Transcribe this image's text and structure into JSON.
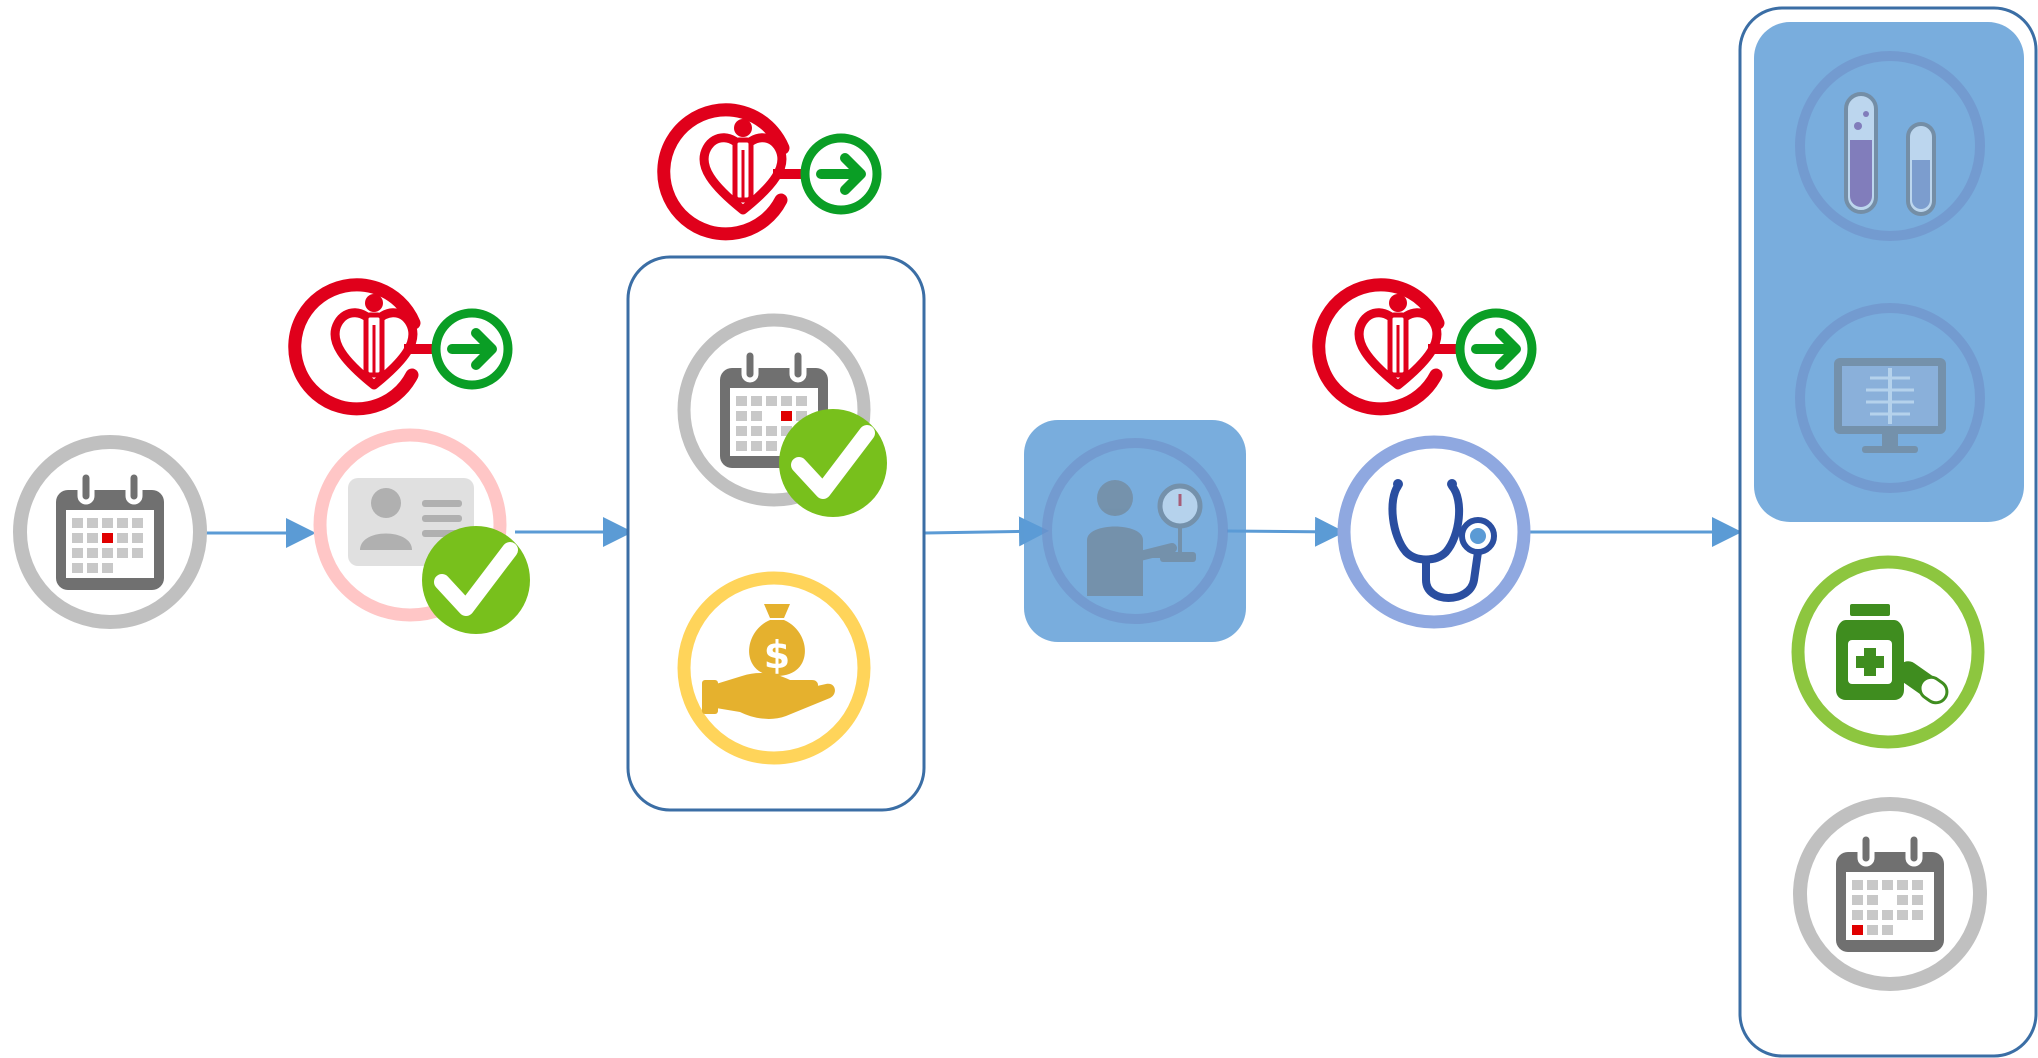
{
  "diagram": {
    "steps": [
      {
        "id": "book-appointment",
        "icon": "calendar-icon",
        "ring_color": "#c0c0c0"
      },
      {
        "id": "registration",
        "icon": "id-card-icon",
        "ring_color": "#ffc6c6",
        "status": "check-badge-icon",
        "app_icon": "hagoai-app-icon"
      },
      {
        "id": "check-in-and-payment",
        "icons": [
          "calendar-icon",
          "money-bag-hand-icon"
        ],
        "status": "check-badge-icon",
        "app_icon": "hagoai-app-icon"
      },
      {
        "id": "vital-signs",
        "icon": "blood-pressure-icon",
        "highlighted": true
      },
      {
        "id": "consultation",
        "icon": "stethoscope-icon",
        "ring_color": "#8fa8e0",
        "app_icon": "hagoai-app-icon"
      },
      {
        "id": "post-consultation",
        "icons": [
          "test-tubes-icon",
          "xray-monitor-icon",
          "medicine-bottle-icon",
          "calendar-icon"
        ],
        "highlighted_items": 2
      }
    ],
    "connectors": 5
  },
  "colors": {
    "arrow": "#5b9bd5",
    "frame": "#3b6ea5",
    "highlight": "#5b9bd5",
    "grey_ring": "#c0c0c0",
    "calendar": "#707070",
    "calendar_marker": "#e00000",
    "brand_red": "#e0001b",
    "brand_green": "#0a9e25",
    "check_green": "#78c01c",
    "gold_ring": "#ffd45a",
    "gold_icon": "#e5b12e",
    "stethoscope": "#2a4ea0",
    "stethoscope_ring": "#8fa8e0",
    "pharmacy_ring": "#8dc63f",
    "pharmacy_icon": "#3f8d1f",
    "idcard_ring": "#ffc6c6"
  }
}
